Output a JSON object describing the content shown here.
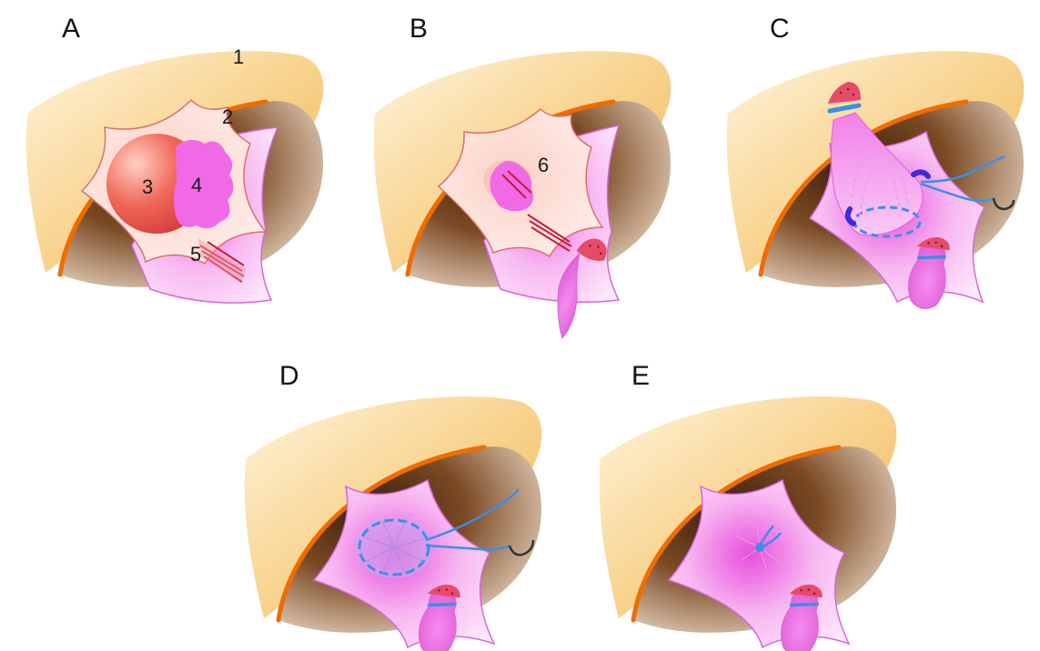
{
  "panels": [
    {
      "letter": "A"
    },
    {
      "letter": "B"
    },
    {
      "letter": "C"
    },
    {
      "letter": "D"
    },
    {
      "letter": "E"
    }
  ],
  "labels": {
    "n1": "1",
    "n2": "2",
    "n3": "3",
    "n4": "4",
    "n5": "5",
    "n6": "6"
  },
  "colors": {
    "skin": "#f7cf86",
    "rim": "#ef6c00",
    "cavity_dark": "#6b3f1c",
    "membrane": "#f6b7f2",
    "membrane_edge": "#d966d6",
    "sac": "#fbdcd3",
    "tumor": "#e8514a",
    "pink_mass": "#f06ae6",
    "suture": "#3a8fe6",
    "needle": "#333333",
    "stump": "#e84a6a"
  }
}
